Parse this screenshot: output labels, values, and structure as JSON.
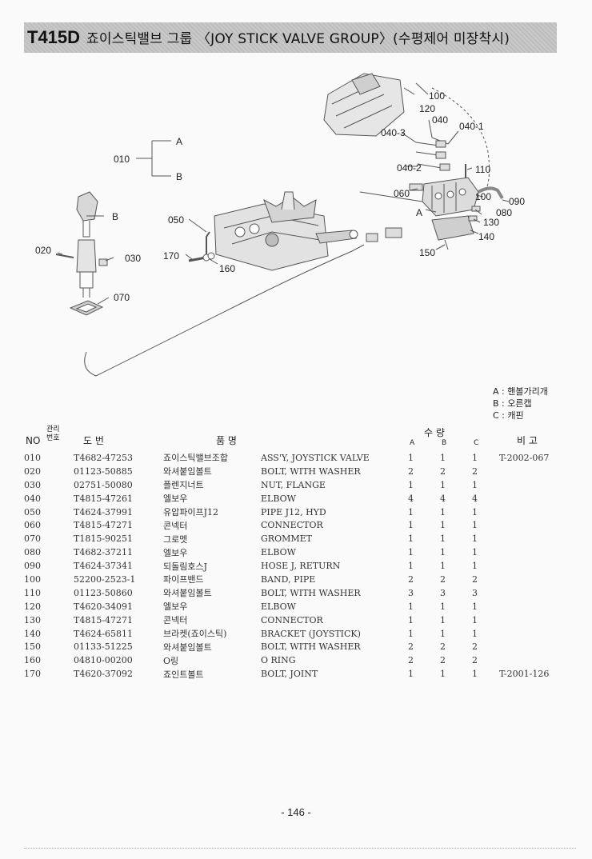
{
  "header": {
    "model_code": "T415D",
    "group_title": "죠이스틱밸브 그룹 〈JOY STICK VALVE GROUP〉(수평제어 미장착시)"
  },
  "diagram": {
    "callouts": [
      "100",
      "120",
      "040",
      "040-3",
      "040-1",
      "040-2",
      "110",
      "060",
      "100",
      "090",
      "080",
      "130",
      "140",
      "150",
      "010",
      "A",
      "B",
      "050",
      "B",
      "020",
      "030",
      "170",
      "160",
      "070",
      "A"
    ]
  },
  "legend": {
    "items": [
      "A : 핸볼가리개",
      "B : 오른캡",
      "C : 캐핀"
    ]
  },
  "table": {
    "headers": {
      "no": "NO",
      "mgmt_no": "관리 번호",
      "drawing_no": "도       번",
      "part_name": "품            명",
      "qty": "수     량",
      "qty_a": "A",
      "qty_b": "B",
      "qty_c": "C",
      "remarks": "비  고"
    },
    "rows": [
      {
        "no": "010",
        "drawing": "T4682-47253",
        "kor": "죠이스틱밸브조합",
        "eng": "ASS'Y, JOYSTICK VALVE",
        "a": "1",
        "b": "1",
        "c": "1",
        "remark": "T-2002-067"
      },
      {
        "no": "020",
        "drawing": "01123-50885",
        "kor": "와셔붙임볼트",
        "eng": "BOLT, WITH WASHER",
        "a": "2",
        "b": "2",
        "c": "2",
        "remark": ""
      },
      {
        "no": "030",
        "drawing": "02751-50080",
        "kor": "플렌지너트",
        "eng": "NUT, FLANGE",
        "a": "1",
        "b": "1",
        "c": "1",
        "remark": ""
      },
      {
        "no": "040",
        "drawing": "T4815-47261",
        "kor": "엘보우",
        "eng": "ELBOW",
        "a": "4",
        "b": "4",
        "c": "4",
        "remark": ""
      },
      {
        "no": "050",
        "drawing": "T4624-37991",
        "kor": "유압파이프J12",
        "eng": "PIPE J12, HYD",
        "a": "1",
        "b": "1",
        "c": "1",
        "remark": ""
      },
      {
        "no": "060",
        "drawing": "T4815-47271",
        "kor": "콘넥터",
        "eng": "CONNECTOR",
        "a": "1",
        "b": "1",
        "c": "1",
        "remark": ""
      },
      {
        "no": "070",
        "drawing": "T1815-90251",
        "kor": "그로멧",
        "eng": "GROMMET",
        "a": "1",
        "b": "1",
        "c": "1",
        "remark": ""
      },
      {
        "no": "080",
        "drawing": "T4682-37211",
        "kor": "엘보우",
        "eng": "ELBOW",
        "a": "1",
        "b": "1",
        "c": "1",
        "remark": ""
      },
      {
        "no": "090",
        "drawing": "T4624-37341",
        "kor": "되돌림호스J",
        "eng": "HOSE J, RETURN",
        "a": "1",
        "b": "1",
        "c": "1",
        "remark": ""
      },
      {
        "no": "100",
        "drawing": "52200-2523-1",
        "kor": "파이프밴드",
        "eng": "BAND, PIPE",
        "a": "2",
        "b": "2",
        "c": "2",
        "remark": ""
      },
      {
        "no": "110",
        "drawing": "01123-50860",
        "kor": "와셔붙임볼트",
        "eng": "BOLT, WITH WASHER",
        "a": "3",
        "b": "3",
        "c": "3",
        "remark": ""
      },
      {
        "no": "120",
        "drawing": "T4620-34091",
        "kor": "엘보우",
        "eng": "ELBOW",
        "a": "1",
        "b": "1",
        "c": "1",
        "remark": ""
      },
      {
        "no": "130",
        "drawing": "T4815-47271",
        "kor": "콘넥터",
        "eng": "CONNECTOR",
        "a": "1",
        "b": "1",
        "c": "1",
        "remark": ""
      },
      {
        "no": "140",
        "drawing": "T4624-65811",
        "kor": "브라켓(죠이스틱)",
        "eng": "BRACKET (JOYSTICK)",
        "a": "1",
        "b": "1",
        "c": "1",
        "remark": ""
      },
      {
        "no": "150",
        "drawing": "01133-51225",
        "kor": "와셔붙임볼트",
        "eng": "BOLT, WITH WASHER",
        "a": "2",
        "b": "2",
        "c": "2",
        "remark": ""
      },
      {
        "no": "160",
        "drawing": "04810-00200",
        "kor": "O링",
        "eng": "O RING",
        "a": "2",
        "b": "2",
        "c": "2",
        "remark": ""
      },
      {
        "no": "170",
        "drawing": "T4620-37092",
        "kor": "죠인트볼트",
        "eng": "BOLT, JOINT",
        "a": "1",
        "b": "1",
        "c": "1",
        "remark": "T-2001-126"
      }
    ]
  },
  "page_number": "- 146 -"
}
